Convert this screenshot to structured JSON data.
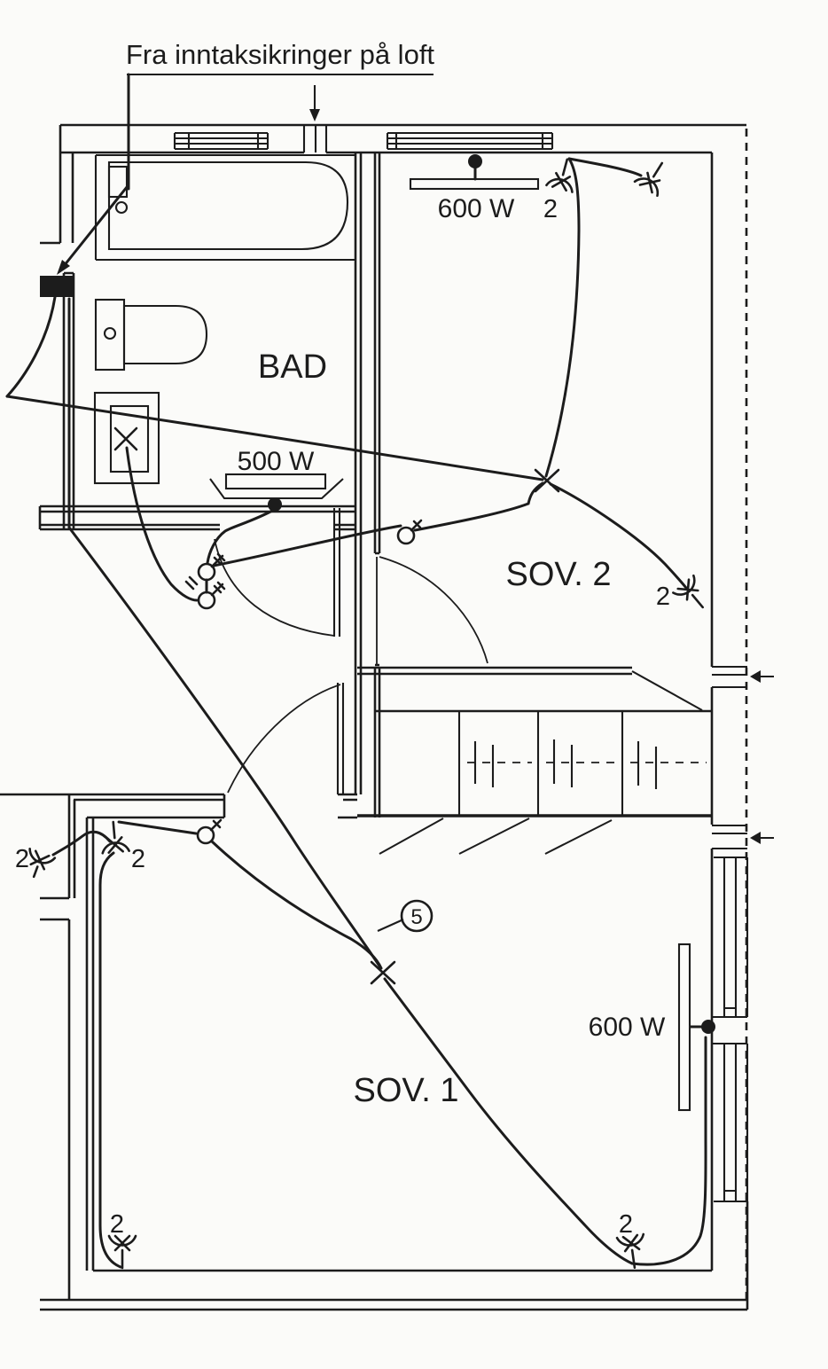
{
  "title": "Fra inntaksikringer på loft",
  "rooms": {
    "bathroom": "BAD",
    "bedroom2": "SOV. 2",
    "bedroom1": "SOV. 1"
  },
  "heaters": {
    "bedroom2_top": "600 W",
    "bathroom": "500 W",
    "bedroom1_right": "600 W"
  },
  "outlets": {
    "bedroom2_top": "2",
    "bedroom2_right": "2",
    "bedroom1_outside": "2",
    "bedroom1_inner": "2",
    "bedroom1_bottom_left": "2",
    "bedroom1_bottom_right": "2"
  },
  "circuit_ref": "5",
  "colors": {
    "ink": "#1c1c1c",
    "paper": "#fbfbf9"
  }
}
